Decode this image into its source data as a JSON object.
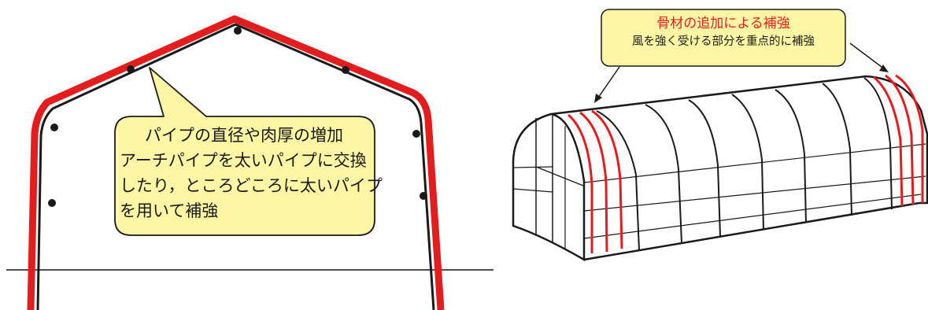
{
  "left_panel": {
    "callout_lines": [
      "パイプの直径や肉厚の増加",
      "アーチパイプを太いパイプに交換",
      "したり，ところどころに太いパイプ",
      "を用いて補強"
    ]
  },
  "right_panel": {
    "note_title": "骨材の追加による補強",
    "note_body": "風を強く受ける部分を重点的に補強"
  },
  "colors": {
    "reinforcement_red": "#e31d1d",
    "callout_fill": "#fdf6a5",
    "outline": "#1a1a1a",
    "title_red": "#e41f1f"
  }
}
